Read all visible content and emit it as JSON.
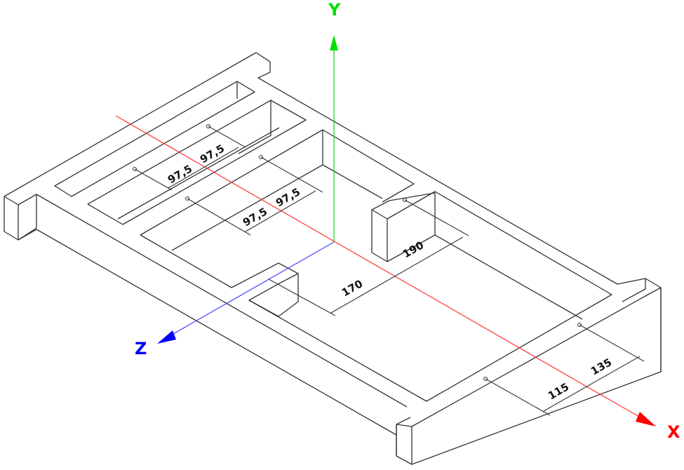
{
  "drawing": {
    "type": "isometric technical drawing",
    "subject": "rectangular frame / pallet base with slots and dimensions"
  },
  "axes": {
    "x": {
      "label": "X",
      "color": "#ff0000"
    },
    "y": {
      "label": "Y",
      "color": "#00e000"
    },
    "z": {
      "label": "Z",
      "color": "#0000ff"
    }
  },
  "dimensions": {
    "d1": "97,5",
    "d2": "97,5",
    "d3": "97,5",
    "d4": "97,5",
    "d5": "170",
    "d6": "190",
    "d7": "115",
    "d8": "135"
  },
  "colors": {
    "edges": "#333333",
    "background": "#ffffff"
  }
}
